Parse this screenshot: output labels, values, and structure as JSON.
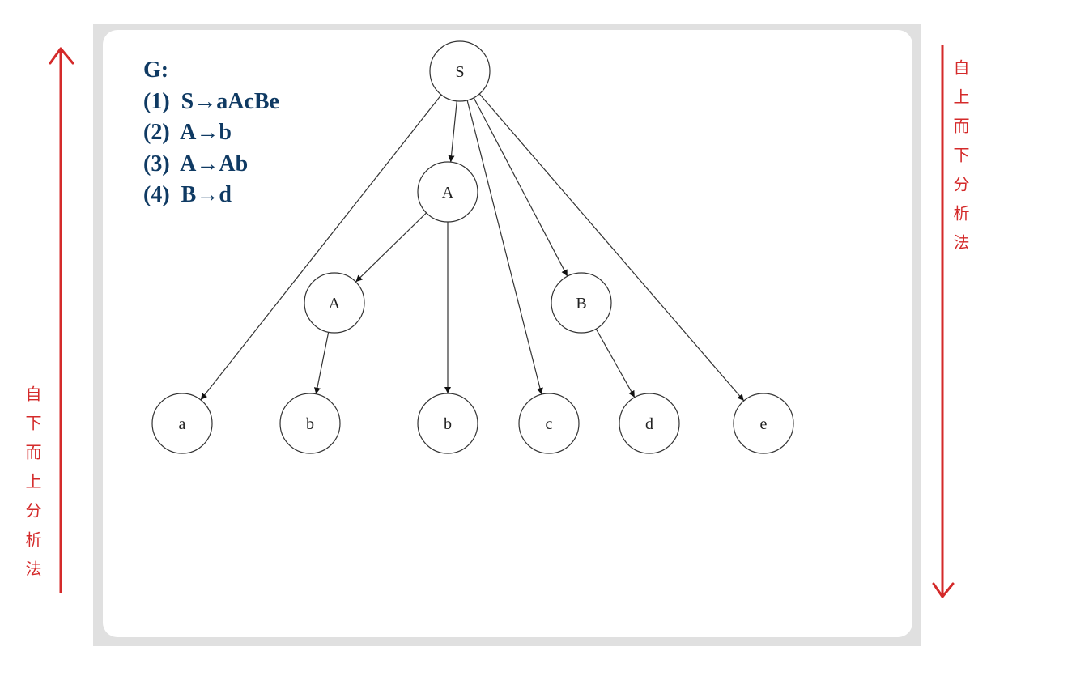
{
  "grammar": {
    "title": "G:",
    "rules": [
      {
        "num": "(1)",
        "rule": "S→aAcBe"
      },
      {
        "num": "(2)",
        "rule": "A→b"
      },
      {
        "num": "(3)",
        "rule": "A→Ab"
      },
      {
        "num": "(4)",
        "rule": "B→d"
      }
    ]
  },
  "labels": {
    "bottom_up": "自下而上分析法",
    "top_down": "自上而下分析法"
  },
  "colors": {
    "grammar_text": "#0f3a63",
    "red_annotation": "#d42a2a",
    "frame_gray": "#e0e0e0"
  },
  "tree": {
    "nodes": [
      {
        "id": "S",
        "label": "S"
      },
      {
        "id": "A1",
        "label": "A"
      },
      {
        "id": "A2",
        "label": "A"
      },
      {
        "id": "B",
        "label": "B"
      },
      {
        "id": "a",
        "label": "a"
      },
      {
        "id": "b1",
        "label": "b"
      },
      {
        "id": "b2",
        "label": "b"
      },
      {
        "id": "c",
        "label": "c"
      },
      {
        "id": "d",
        "label": "d"
      },
      {
        "id": "e",
        "label": "e"
      }
    ],
    "edges": [
      {
        "from": "S",
        "to": "a"
      },
      {
        "from": "S",
        "to": "A1"
      },
      {
        "from": "S",
        "to": "c"
      },
      {
        "from": "S",
        "to": "B"
      },
      {
        "from": "S",
        "to": "e"
      },
      {
        "from": "A1",
        "to": "A2"
      },
      {
        "from": "A1",
        "to": "b2"
      },
      {
        "from": "A2",
        "to": "b1"
      },
      {
        "from": "B",
        "to": "d"
      }
    ]
  }
}
